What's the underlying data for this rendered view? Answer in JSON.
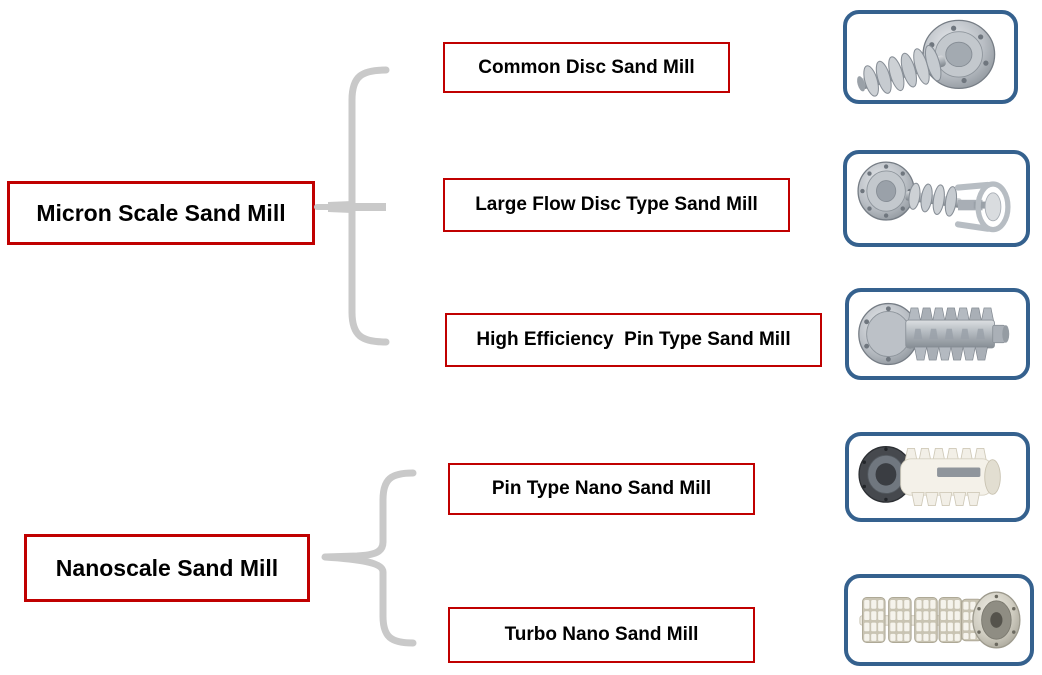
{
  "colors": {
    "box_border_red": "#C00000",
    "photo_border_blue": "#35618E",
    "bracket_gray": "#C9C9C9",
    "label_text": "#000000",
    "background": "#FFFFFF"
  },
  "groups": [
    {
      "parent": "Micron Scale Sand Mill",
      "children": [
        {
          "label": "Common Disc Sand Mill",
          "image_alt": "steel disc rotor with large flange on right"
        },
        {
          "label": "Large Flow Disc Type Sand Mill",
          "image_alt": "steel disc rotor with flange on left and open rotor cage on right"
        },
        {
          "label": "High Efficiency  Pin Type Sand Mill",
          "image_alt": "steel pin rotor cylinder with flange on left"
        }
      ]
    },
    {
      "parent": "Nanoscale Sand Mill",
      "children": [
        {
          "label": "Pin Type Nano Sand Mill",
          "image_alt": "white ceramic pin rotor with dark flange on left"
        },
        {
          "label": "Turbo Nano Sand Mill",
          "image_alt": "white turbo disc rotor with flange on right"
        }
      ]
    }
  ]
}
